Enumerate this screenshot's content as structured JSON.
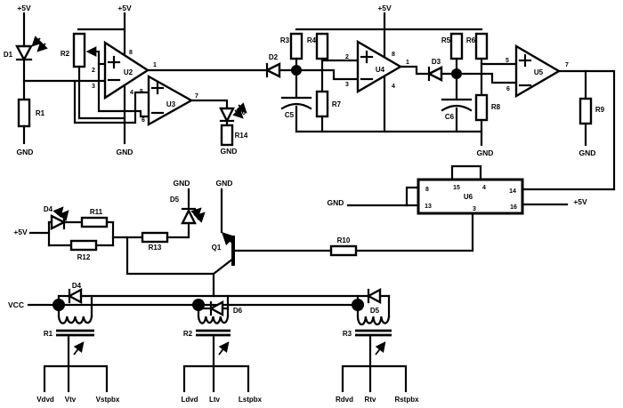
{
  "power": {
    "plus5v": "+5V",
    "gnd": "GND",
    "vcc": "VCC"
  },
  "parts": {
    "d1": "D1",
    "d2": "D2",
    "d3": "D3",
    "d4": "D4",
    "d5": "D5",
    "d6": "D6",
    "q1": "Q1",
    "r1": "R1",
    "r2": "R2",
    "r3": "R3",
    "r4": "R4",
    "r5": "R5",
    "r6": "R6",
    "r7": "R7",
    "r8": "R8",
    "r9": "R9",
    "r10": "R10",
    "r11": "R11",
    "r12": "R12",
    "r13": "R13",
    "r14": "R14",
    "c5": "C5",
    "c6": "C6",
    "u2": "U2",
    "u3": "U3",
    "u4": "U4",
    "u5": "U5",
    "u6": "U6"
  },
  "pins": {
    "n1": "1",
    "n2": "2",
    "n3": "3",
    "n4": "4",
    "n5": "5",
    "n6": "6",
    "n7": "7",
    "n8": "8",
    "n13": "13",
    "n14": "14",
    "n15": "15",
    "n16": "16"
  },
  "transformers": {
    "t1": {
      "label": "R1",
      "diode": "D4",
      "taps": [
        "Vdvd",
        "Vtv",
        "Vstpbx"
      ]
    },
    "t2": {
      "label": "R2",
      "diode": "D6",
      "taps": [
        "Ldvd",
        "Ltv",
        "Lstpbx"
      ]
    },
    "t3": {
      "label": "R3",
      "diode": "D5",
      "taps": [
        "Rdvd",
        "Rtv",
        "Rstpbx"
      ]
    }
  },
  "colors": {
    "ink": "#000000",
    "paper": "#ffffff"
  }
}
